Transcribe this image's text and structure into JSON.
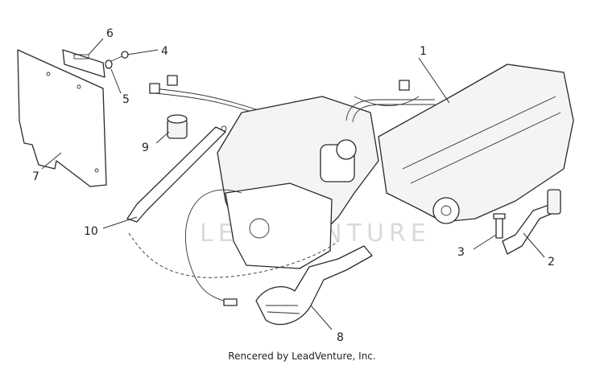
{
  "callouts": [
    "1",
    "2",
    "3",
    "4",
    "5",
    "6",
    "7",
    "8",
    "9",
    "10"
  ],
  "watermark": "LEADVENTURE",
  "footer": "Rencered by LeadVenture, Inc."
}
